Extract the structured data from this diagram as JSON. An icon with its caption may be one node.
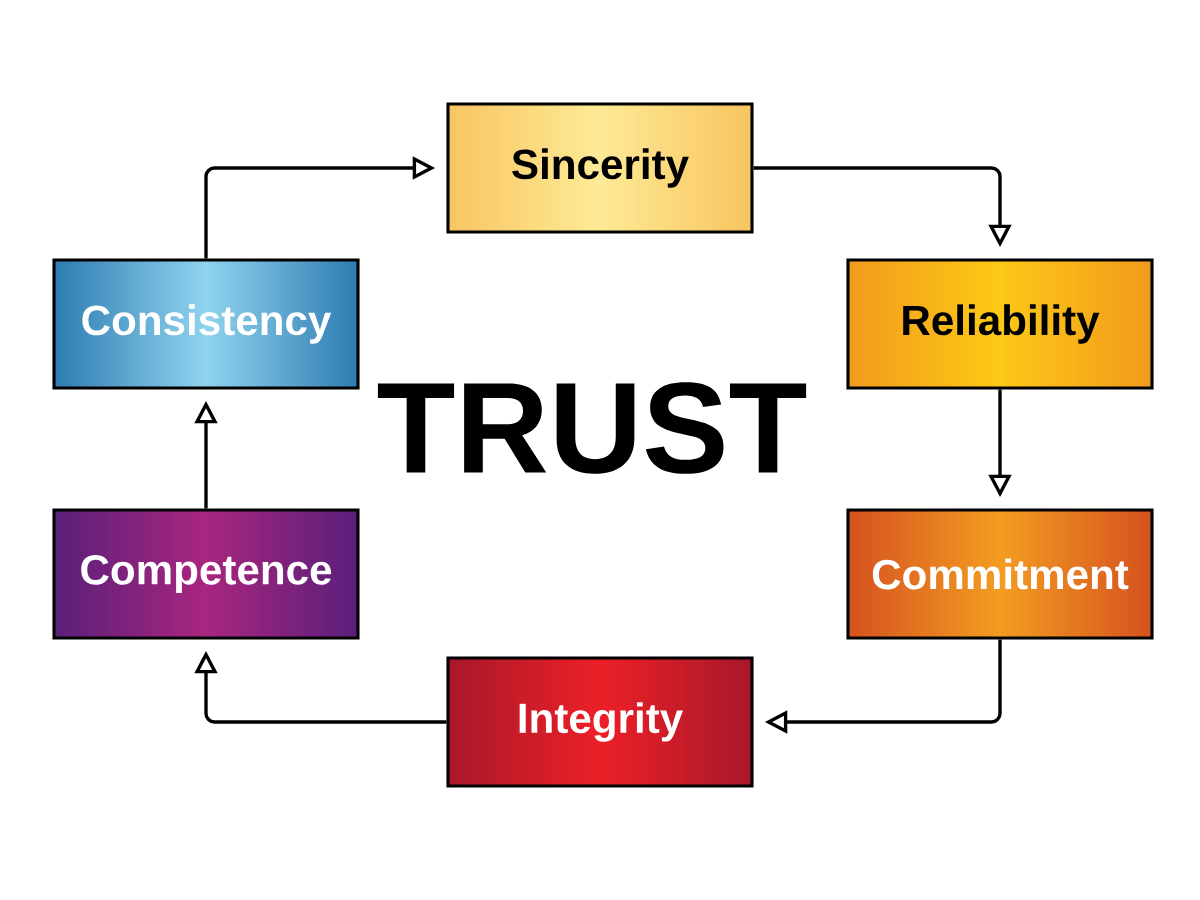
{
  "diagram": {
    "title": "TRUST",
    "nodes": [
      {
        "text": [
          "Sincerity"
        ]
      },
      {
        "text": [
          "Reliability"
        ]
      },
      {
        "text": [
          "Commitment"
        ]
      },
      {
        "text": [
          "Integrity"
        ]
      },
      {
        "text": [
          "Competence"
        ]
      },
      {
        "text": [
          "Consistency"
        ]
      }
    ],
    "edges": [
      {
        "from": 0,
        "to": 1,
        "arrow": "to"
      },
      {
        "from": 1,
        "to": 2,
        "arrow": "to"
      },
      {
        "from": 2,
        "to": 3,
        "arrow": "to"
      },
      {
        "from": 3,
        "to": 4,
        "arrow": "to"
      },
      {
        "from": 4,
        "to": 5,
        "arrow": "to"
      },
      {
        "from": 5,
        "to": 0,
        "arrow": "to"
      }
    ]
  }
}
